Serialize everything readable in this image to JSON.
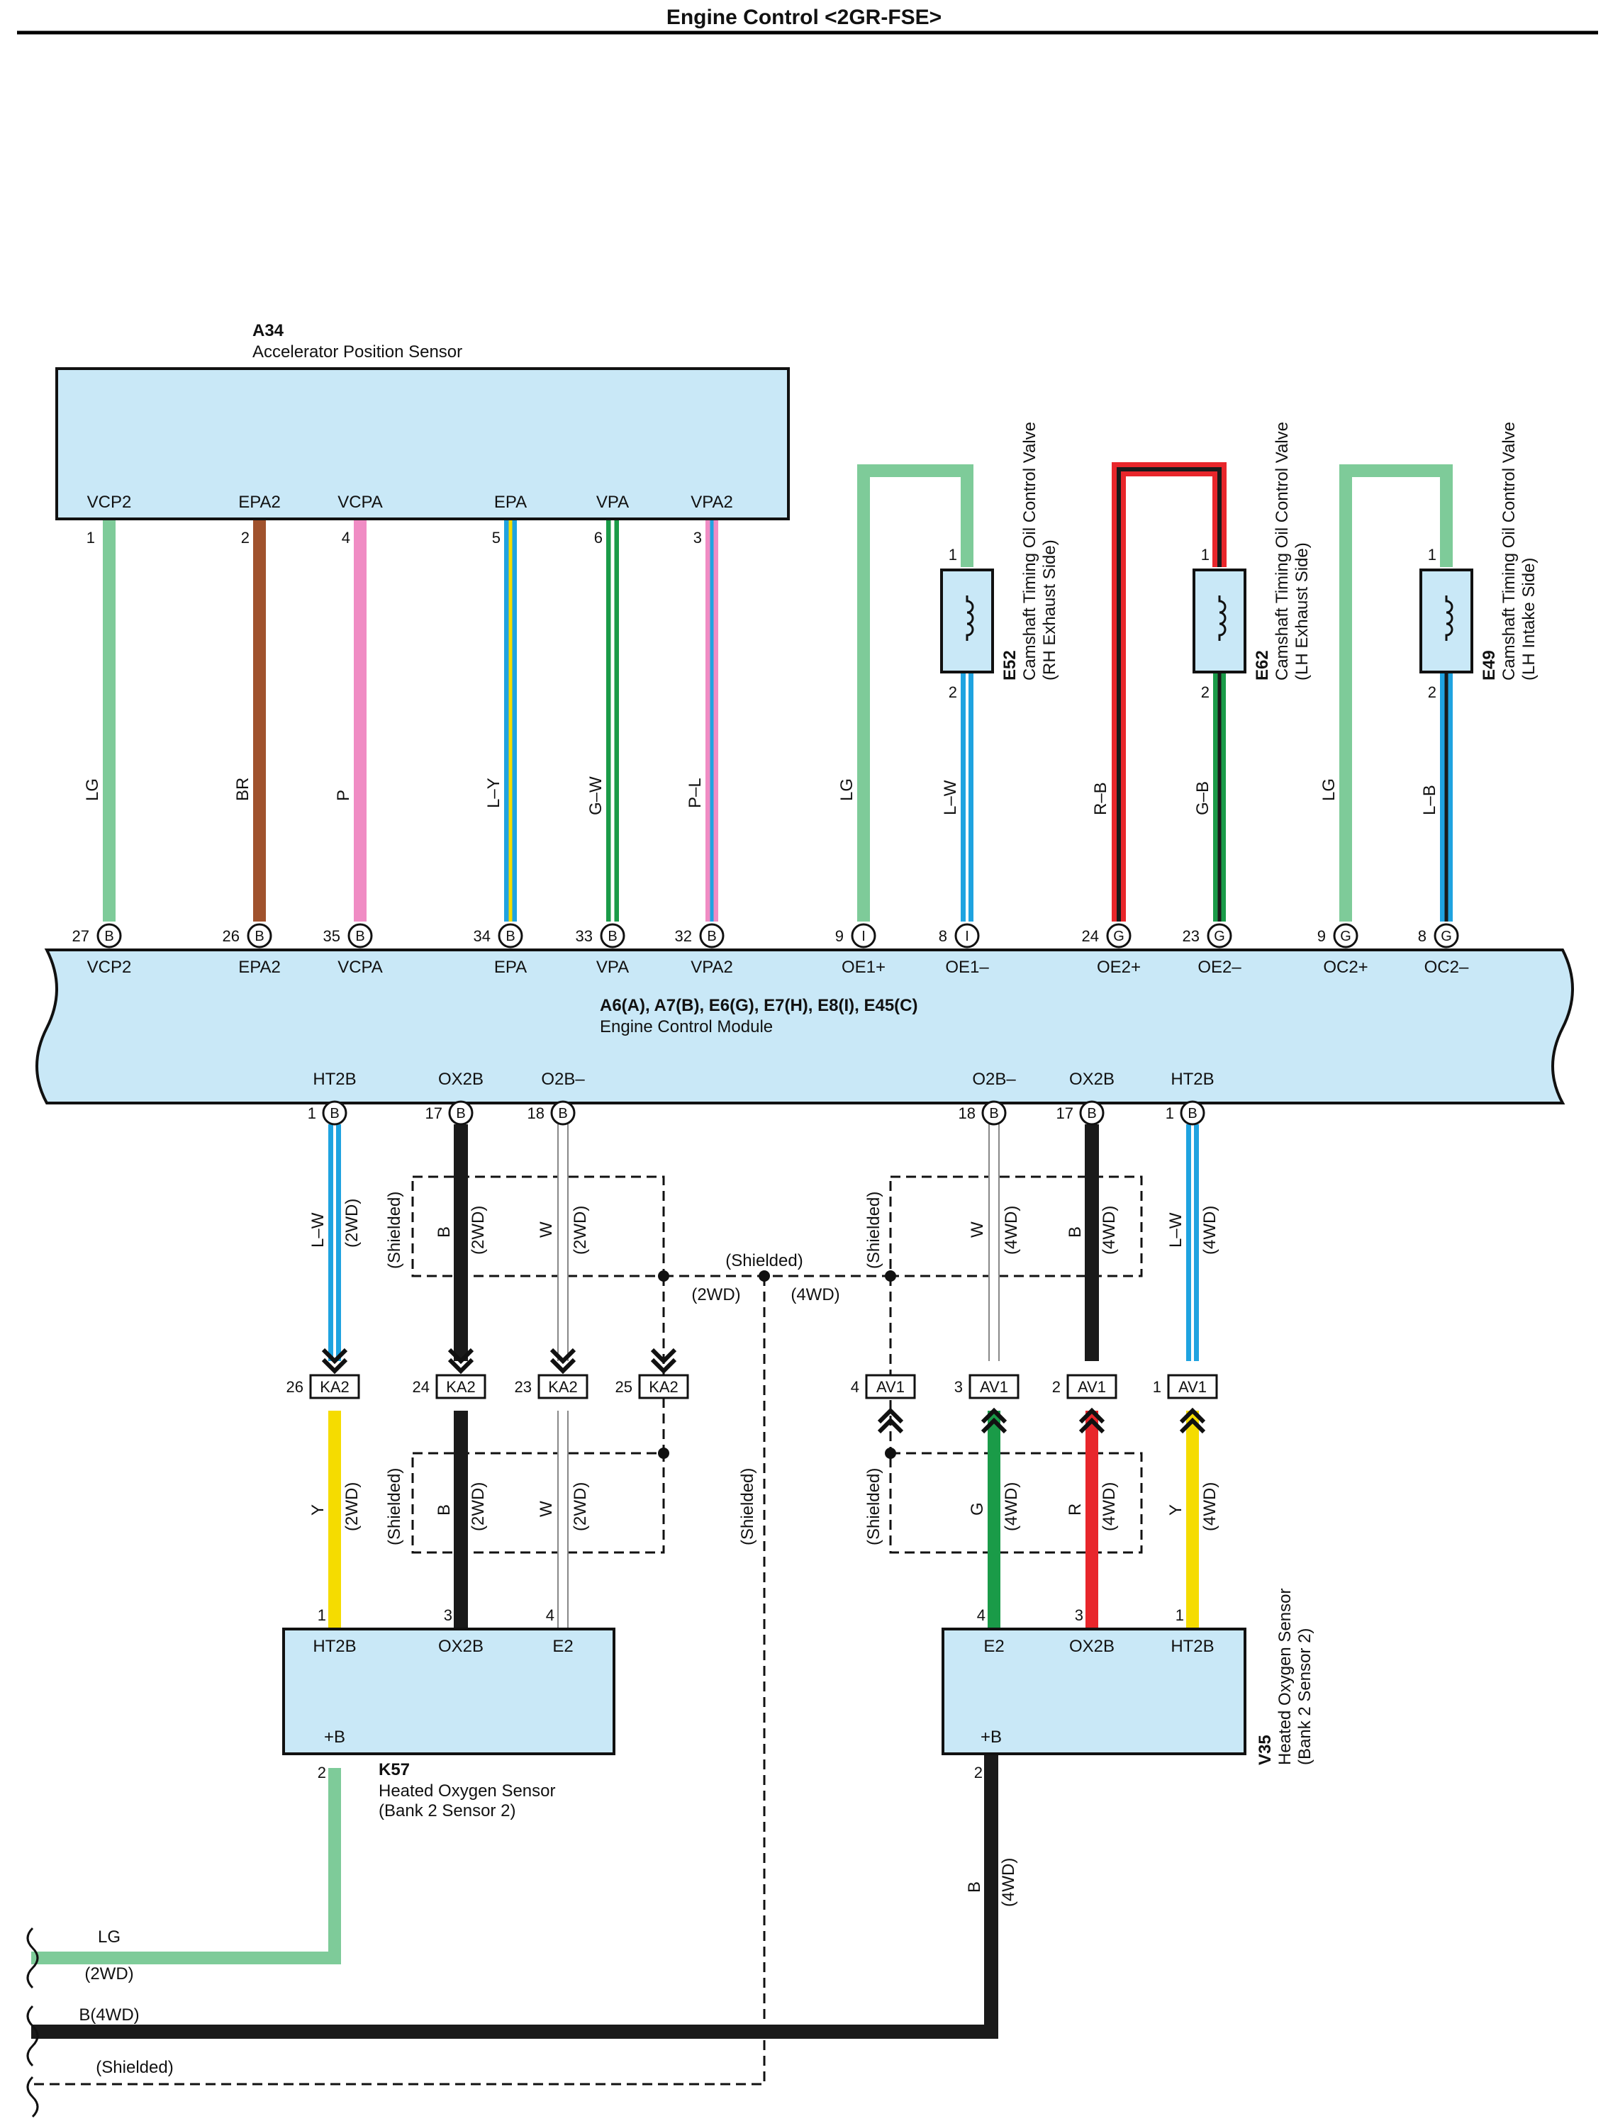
{
  "title": "Engine Control <2GR-FSE>",
  "colors": {
    "LG": "#7ecb99",
    "BR": "#a0522d",
    "P": "#f08cc4",
    "L": "#1fa3e0",
    "Y": "#f5dc00",
    "G": "#1a9b48",
    "R": "#e8262b",
    "B": "#1a1a1a",
    "W": "#ffffff",
    "box": "#c9e8f7"
  },
  "a34": {
    "code": "A34",
    "name": "Accelerator Position Sensor",
    "pins": [
      {
        "n": "1",
        "term": "VCP2",
        "wire": "LG",
        "ecm_pin": "27",
        "ecm_conn": "B",
        "ecm_term": "VCP2"
      },
      {
        "n": "2",
        "term": "EPA2",
        "wire": "BR",
        "ecm_pin": "26",
        "ecm_conn": "B",
        "ecm_term": "EPA2"
      },
      {
        "n": "4",
        "term": "VCPA",
        "wire": "P",
        "ecm_pin": "35",
        "ecm_conn": "B",
        "ecm_term": "VCPA"
      },
      {
        "n": "5",
        "term": "EPA",
        "wire": "L–Y",
        "ecm_pin": "34",
        "ecm_conn": "B",
        "ecm_term": "EPA"
      },
      {
        "n": "6",
        "term": "VPA",
        "wire": "G–W",
        "ecm_pin": "33",
        "ecm_conn": "B",
        "ecm_term": "VPA"
      },
      {
        "n": "3",
        "term": "VPA2",
        "wire": "P–L",
        "ecm_pin": "32",
        "ecm_conn": "B",
        "ecm_term": "VPA2"
      }
    ]
  },
  "valves": [
    {
      "code": "E52",
      "name": "Camshaft Timing Oil Control Valve",
      "side": "(RH Exhaust Side)",
      "p1": "1",
      "p2": "2",
      "wire_a": "LG",
      "wire_b": "L–W",
      "ecm_a_pin": "9",
      "ecm_a_conn": "I",
      "ecm_a_term": "OE1+",
      "ecm_b_pin": "8",
      "ecm_b_conn": "I",
      "ecm_b_term": "OE1–"
    },
    {
      "code": "E62",
      "name": "Camshaft Timing Oil Control Valve",
      "side": "(LH Exhaust Side)",
      "p1": "1",
      "p2": "2",
      "wire_a": "R–B",
      "wire_b": "G–B",
      "ecm_a_pin": "24",
      "ecm_a_conn": "G",
      "ecm_a_term": "OE2+",
      "ecm_b_pin": "23",
      "ecm_b_conn": "G",
      "ecm_b_term": "OE2–"
    },
    {
      "code": "E49",
      "name": "Camshaft Timing Oil Control Valve",
      "side": "(LH Intake Side)",
      "p1": "1",
      "p2": "2",
      "wire_a": "LG",
      "wire_b": "L–B",
      "ecm_a_pin": "9",
      "ecm_a_conn": "G",
      "ecm_a_term": "OC2+",
      "ecm_b_pin": "8",
      "ecm_b_conn": "G",
      "ecm_b_term": "OC2–"
    }
  ],
  "ecm": {
    "codes": "A6(A), A7(B), E6(G), E7(H), E8(I), E45(C)",
    "name": "Engine Control Module",
    "bottom": [
      {
        "pin": "1",
        "conn": "B",
        "term": "HT2B"
      },
      {
        "pin": "17",
        "conn": "B",
        "term": "OX2B"
      },
      {
        "pin": "18",
        "conn": "B",
        "term": "O2B–"
      },
      {
        "pin": "18",
        "conn": "B",
        "term": "O2B–"
      },
      {
        "pin": "17",
        "conn": "B",
        "term": "OX2B"
      },
      {
        "pin": "1",
        "conn": "B",
        "term": "HT2B"
      }
    ]
  },
  "labels": {
    "shielded": "(Shielded)",
    "wd2": "(2WD)",
    "wd4": "(4WD)",
    "lw": "L–W",
    "b": "B",
    "w": "W",
    "y": "Y",
    "g": "G",
    "r": "R",
    "lg": "LG",
    "b4wd": "B(4WD)"
  },
  "ka2": {
    "name": "KA2",
    "pins": [
      "26",
      "24",
      "23",
      "25"
    ]
  },
  "av1": {
    "name": "AV1",
    "pins": [
      "4",
      "3",
      "2",
      "1"
    ]
  },
  "k57": {
    "code": "K57",
    "name": "Heated Oxygen Sensor",
    "pos": "(Bank 2 Sensor 2)",
    "terms": [
      {
        "n": "1",
        "t": "HT2B"
      },
      {
        "n": "3",
        "t": "OX2B"
      },
      {
        "n": "4",
        "t": "E2"
      }
    ],
    "pb": {
      "n": "2",
      "t": "+B"
    }
  },
  "v35": {
    "code": "V35",
    "name": "Heated Oxygen Sensor",
    "pos": "(Bank 2 Sensor 2)",
    "terms": [
      {
        "n": "4",
        "t": "E2"
      },
      {
        "n": "3",
        "t": "OX2B"
      },
      {
        "n": "1",
        "t": "HT2B"
      }
    ],
    "pb": {
      "n": "2",
      "t": "+B"
    }
  }
}
